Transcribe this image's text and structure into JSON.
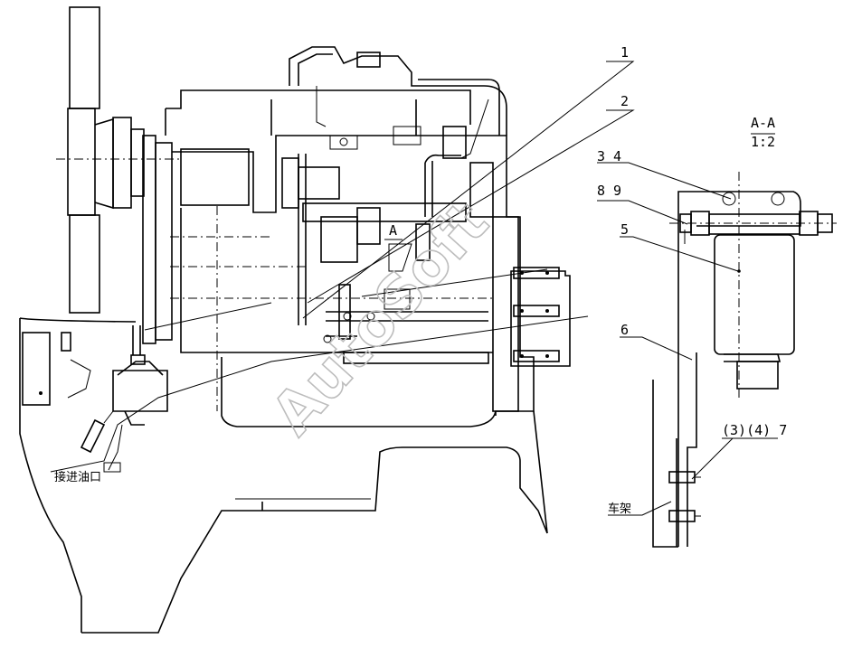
{
  "callouts": [
    "1",
    "2",
    "3 4",
    "8 9",
    "5",
    "6",
    "(3)(4) 7"
  ],
  "section": {
    "name": "A-A",
    "scale": "1:2",
    "view_marker": "A"
  },
  "notes": {
    "inlet": "接进油口",
    "frame": "车架"
  },
  "watermark": "AutoSoft"
}
